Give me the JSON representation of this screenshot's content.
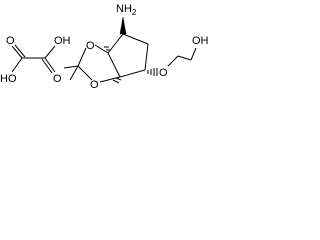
{
  "molecule": {
    "amine_label": "NH",
    "amine_sub": "2",
    "hydroxyl_label": "OH",
    "ring_oxygen_top_label": "O",
    "ring_oxygen_bottom_label": "O",
    "ether_oxygen_label": "O"
  },
  "oxalic_acid": {
    "carbonyl_top_label": "O",
    "hydroxyl_top_label": "OH",
    "hydroxyl_bottom_label": "HO",
    "carbonyl_bottom_label": "O"
  }
}
